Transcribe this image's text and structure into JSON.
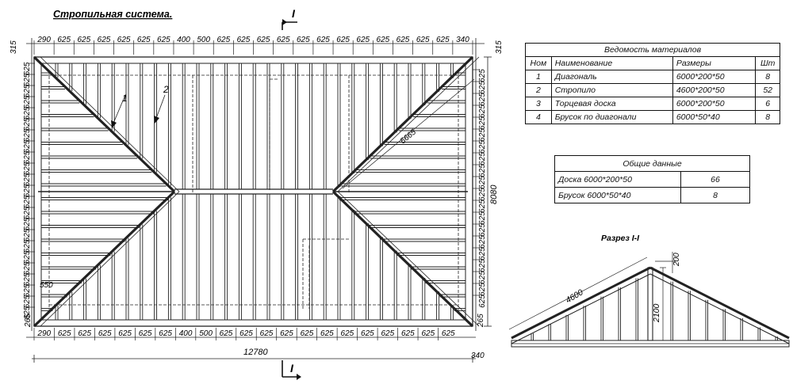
{
  "drawing": {
    "title": "Стропильная система.",
    "section_mark": "I",
    "section_title": "Разрез I-I"
  },
  "dims": {
    "top": [
      "290",
      "625",
      "625",
      "625",
      "625",
      "625",
      "625",
      "400",
      "500",
      "625",
      "625",
      "625",
      "625",
      "625",
      "625",
      "625",
      "625",
      "625",
      "625",
      "625",
      "625",
      "340"
    ],
    "bottom": [
      "290",
      "625",
      "625",
      "625",
      "625",
      "625",
      "625",
      "400",
      "500",
      "625",
      "625",
      "625",
      "625",
      "625",
      "625",
      "625",
      "625",
      "625",
      "625",
      "625",
      "625"
    ],
    "bottom_end": "340",
    "left": [
      "625",
      "625",
      "625",
      "625",
      "625",
      "625",
      "625",
      "625",
      "625",
      "625",
      "625",
      "625",
      "625",
      "625",
      "625",
      "625",
      "625",
      "625",
      "625",
      "625",
      "625",
      "625",
      "625"
    ],
    "left_bottom": "265",
    "right_625": [
      "625",
      "625",
      "625",
      "625",
      "625",
      "625",
      "625",
      "625",
      "625",
      "625",
      "625",
      "625",
      "625",
      "625",
      "625",
      "625",
      "625",
      "625",
      "625",
      "625"
    ],
    "right_bottom": "265",
    "corner_top_left": "315",
    "corner_top_right": "315",
    "overall_length": "12780",
    "overall_width": "8080",
    "diagonal": "5665",
    "valley_offset": "550",
    "leader_1": "1",
    "leader_2": "2"
  },
  "section": {
    "rafter_length": "4600",
    "height": "2100",
    "ridge_board": "200"
  },
  "materials": {
    "title": "Ведомость материалов",
    "headers": [
      "Ном",
      "Наименование",
      "Размеры",
      "Шт"
    ],
    "rows": [
      [
        "1",
        "Диагональ",
        "6000*200*50",
        "8"
      ],
      [
        "2",
        "Стропило",
        "4600*200*50",
        "52"
      ],
      [
        "3",
        "Торцевая доска",
        "6000*200*50",
        "6"
      ],
      [
        "4",
        "Брусок по диагонали",
        "6000*50*40",
        "8"
      ]
    ]
  },
  "totals": {
    "title": "Общие данные",
    "rows": [
      [
        "Доска  6000*200*50",
        "66"
      ],
      [
        "Брусок  6000*50*40",
        "8"
      ]
    ]
  }
}
